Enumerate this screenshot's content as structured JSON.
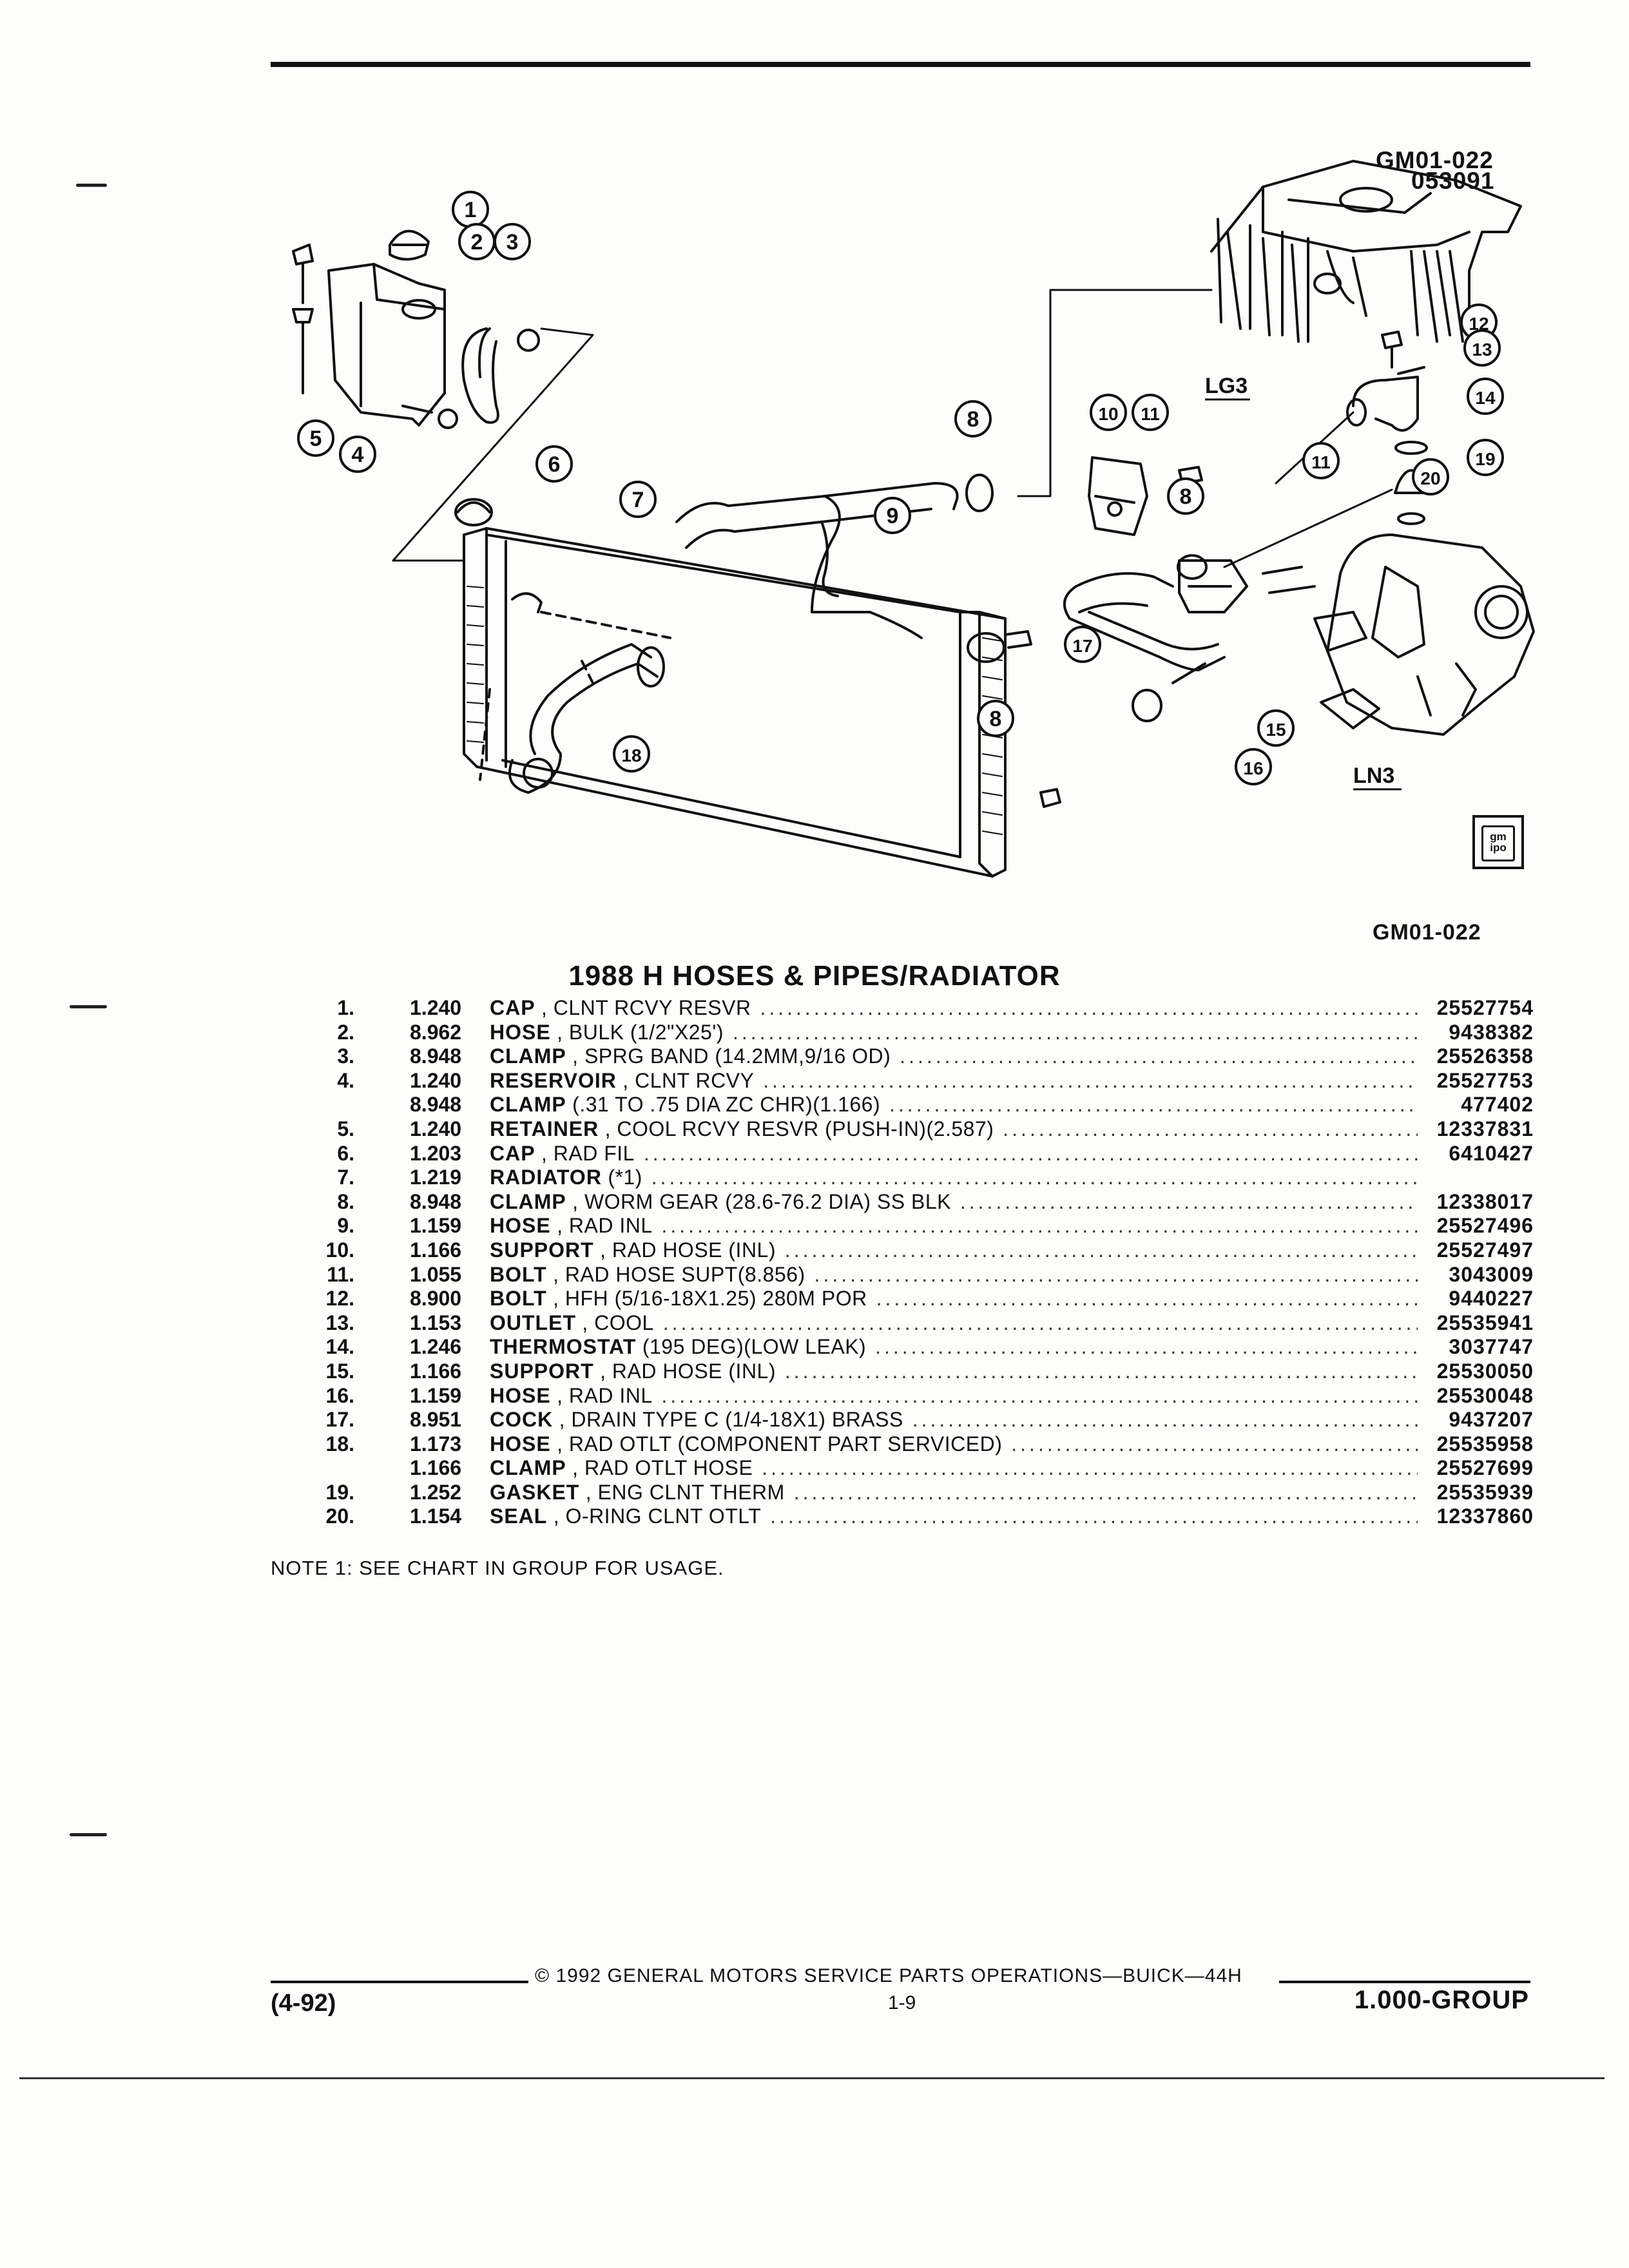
{
  "diagram": {
    "ref_code": "GM01-022",
    "ref_date": "053091",
    "caption_code": "GM01-022",
    "engine_labels": [
      "LG3",
      "LN3"
    ],
    "callouts": [
      "1",
      "2",
      "3",
      "4",
      "5",
      "6",
      "7",
      "8",
      "9",
      "10",
      "11",
      "12",
      "13",
      "14",
      "15",
      "16",
      "17",
      "18",
      "19",
      "20"
    ],
    "icon_text": [
      "gm",
      "ipo"
    ]
  },
  "title": "1988 H HOSES & PIPES/RADIATOR",
  "parts": [
    {
      "num": "1.",
      "code": "1.240",
      "name": "CAP",
      "desc": "CLNT RCVY RESVR",
      "pn": "25527754"
    },
    {
      "num": "2.",
      "code": "8.962",
      "name": "HOSE",
      "desc": "BULK (1/2\"X25')",
      "pn": "9438382"
    },
    {
      "num": "3.",
      "code": "8.948",
      "name": "CLAMP",
      "desc": "SPRG BAND (14.2MM,9/16 OD)",
      "pn": "25526358"
    },
    {
      "num": "4.",
      "code": "1.240",
      "name": "RESERVOIR",
      "desc": "CLNT RCVY",
      "pn": "25527753"
    },
    {
      "num": "",
      "code": "8.948",
      "name": "CLAMP",
      "desc": "(.31 TO .75 DIA ZC CHR)(1.166)",
      "pn": "477402"
    },
    {
      "num": "5.",
      "code": "1.240",
      "name": "RETAINER",
      "desc": "COOL RCVY RESVR (PUSH-IN)(2.587)",
      "pn": "12337831"
    },
    {
      "num": "6.",
      "code": "1.203",
      "name": "CAP",
      "desc": "RAD FIL",
      "pn": "6410427"
    },
    {
      "num": "7.",
      "code": "1.219",
      "name": "RADIATOR",
      "desc": "(*1)",
      "pn": ""
    },
    {
      "num": "8.",
      "code": "8.948",
      "name": "CLAMP",
      "desc": "WORM GEAR (28.6-76.2 DIA) SS BLK",
      "pn": "12338017"
    },
    {
      "num": "9.",
      "code": "1.159",
      "name": "HOSE",
      "desc": "RAD INL",
      "pn": "25527496"
    },
    {
      "num": "10.",
      "code": "1.166",
      "name": "SUPPORT",
      "desc": "RAD HOSE (INL)",
      "pn": "25527497"
    },
    {
      "num": "11.",
      "code": "1.055",
      "name": "BOLT",
      "desc": "RAD HOSE SUPT(8.856)",
      "pn": "3043009"
    },
    {
      "num": "12.",
      "code": "8.900",
      "name": "BOLT",
      "desc": "HFH (5/16-18X1.25) 280M POR",
      "pn": "9440227"
    },
    {
      "num": "13.",
      "code": "1.153",
      "name": "OUTLET",
      "desc": "COOL",
      "pn": "25535941"
    },
    {
      "num": "14.",
      "code": "1.246",
      "name": "THERMOSTAT",
      "desc": "(195 DEG)(LOW LEAK)",
      "pn": "3037747"
    },
    {
      "num": "15.",
      "code": "1.166",
      "name": "SUPPORT",
      "desc": "RAD HOSE (INL)",
      "pn": "25530050"
    },
    {
      "num": "16.",
      "code": "1.159",
      "name": "HOSE",
      "desc": "RAD INL",
      "pn": "25530048"
    },
    {
      "num": "17.",
      "code": "8.951",
      "name": "COCK",
      "desc": "DRAIN TYPE C (1/4-18X1) BRASS",
      "pn": "9437207"
    },
    {
      "num": "18.",
      "code": "1.173",
      "name": "HOSE",
      "desc": "RAD OTLT (COMPONENT PART SERVICED)",
      "pn": "25535958"
    },
    {
      "num": "",
      "code": "1.166",
      "name": "CLAMP",
      "desc": "RAD OTLT HOSE",
      "pn": "25527699"
    },
    {
      "num": "19.",
      "code": "1.252",
      "name": "GASKET",
      "desc": "ENG CLNT THERM",
      "pn": "25535939"
    },
    {
      "num": "20.",
      "code": "1.154",
      "name": "SEAL",
      "desc": "O-RING CLNT OTLT",
      "pn": "12337860"
    }
  ],
  "note": "NOTE 1: SEE CHART IN GROUP FOR USAGE.",
  "footer": {
    "copyright": "© 1992 GENERAL MOTORS SERVICE PARTS OPERATIONS—BUICK—44H",
    "date_code": "(4-92)",
    "page": "1-9",
    "group": "1.000-GROUP"
  }
}
